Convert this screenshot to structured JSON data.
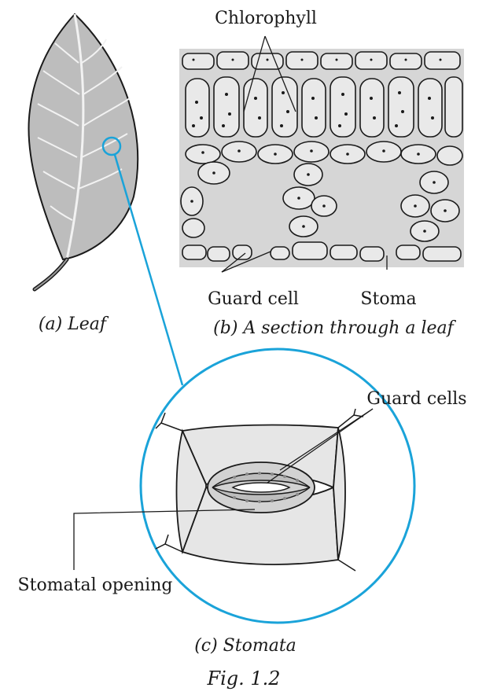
{
  "labels": {
    "chlorophyll": "Chlorophyll",
    "guard_cell": "Guard cell",
    "stoma": "Stoma",
    "guard_cells": "Guard cells",
    "stomatal_opening": "Stomatal opening"
  },
  "captions": {
    "leaf": "(a) Leaf",
    "section": "(b) A section through a leaf",
    "stomata": "(c) Stomata",
    "figure": "Fig.  1.2"
  },
  "colors": {
    "callout": "#1aa3d9",
    "cell_fill": "#e6e6e6",
    "tissue": "#cfcfcf",
    "ink": "#1a1a1a"
  }
}
